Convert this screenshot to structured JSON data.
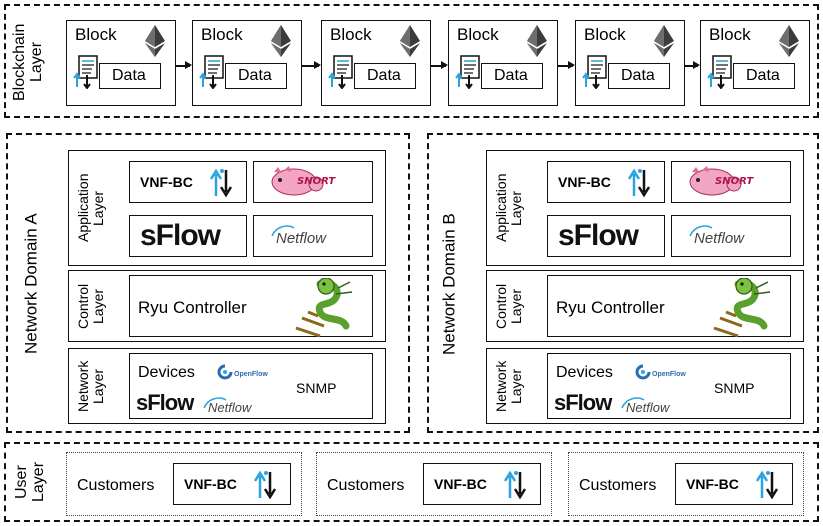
{
  "blockchain_layer": {
    "label": "Blockchain Layer",
    "blocks": [
      {
        "title": "Block",
        "data_label": "Data"
      },
      {
        "title": "Block",
        "data_label": "Data"
      },
      {
        "title": "Block",
        "data_label": "Data"
      },
      {
        "title": "Block",
        "data_label": "Data"
      },
      {
        "title": "Block",
        "data_label": "Data"
      },
      {
        "title": "Block",
        "data_label": "Data"
      }
    ]
  },
  "domains": [
    {
      "label": "Network Domain A",
      "application_layer": {
        "label": "Application Layer",
        "vnf": "VNF-BC",
        "sflow": "sFlow",
        "netflow": "Netflow",
        "snort": "SNORT"
      },
      "control_layer": {
        "label": "Control Layer",
        "controller": "Ryu Controller"
      },
      "network_layer": {
        "label": "Network Layer",
        "devices": "Devices",
        "openflow": "OpenFlow",
        "snmp": "SNMP",
        "sflow": "sFlow",
        "netflow": "Netflow"
      }
    },
    {
      "label": "Network Domain B",
      "application_layer": {
        "label": "Application Layer",
        "vnf": "VNF-BC",
        "sflow": "sFlow",
        "netflow": "Netflow",
        "snort": "SNORT"
      },
      "control_layer": {
        "label": "Control Layer",
        "controller": "Ryu Controller"
      },
      "network_layer": {
        "label": "Network Layer",
        "devices": "Devices",
        "openflow": "OpenFlow",
        "snmp": "SNMP",
        "sflow": "sFlow",
        "netflow": "Netflow"
      }
    }
  ],
  "user_layer": {
    "label": "User Layer",
    "groups": [
      {
        "customers": "Customers",
        "vnf": "VNF-BC"
      },
      {
        "customers": "Customers",
        "vnf": "VNF-BC"
      },
      {
        "customers": "Customers",
        "vnf": "VNF-BC"
      }
    ]
  },
  "colors": {
    "ethereum": "#3c3c3d",
    "arrow_blue": "#2aa3e0",
    "snort_pink": "#e86a9a",
    "ryu_green": "#5aa02c"
  }
}
